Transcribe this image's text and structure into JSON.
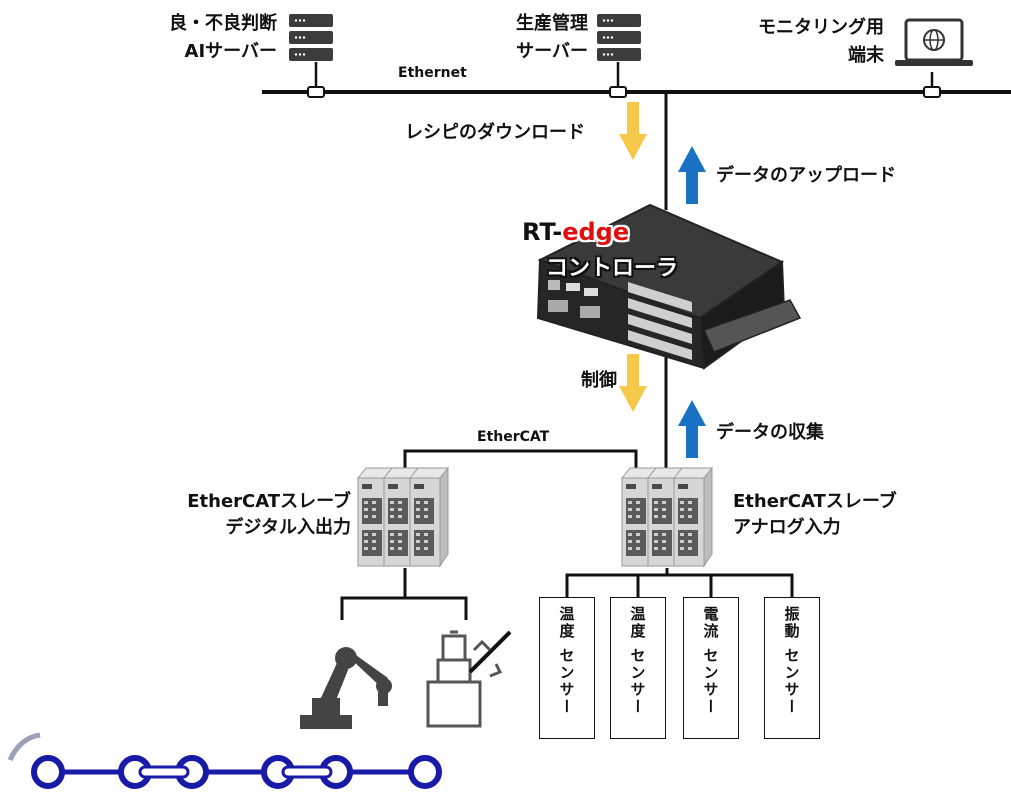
{
  "network": {
    "ethernet_label": "Ethernet",
    "ethercat_label": "EtherCAT"
  },
  "servers": {
    "ai_server_line1": "良・不良判断",
    "ai_server_line2": "AIサーバー",
    "prod_server_line1": "生産管理",
    "prod_server_line2": "サーバー",
    "monitor_line1": "モニタリング用",
    "monitor_line2": "端末"
  },
  "flows": {
    "recipe_download": "レシピのダウンロード",
    "data_upload": "データのアップロード",
    "control": "制御",
    "data_collection": "データの収集"
  },
  "controller": {
    "name_prefix": "RT-",
    "name_highlight": "edge",
    "subtitle": "コントローラ"
  },
  "slaves": {
    "digital_line1": "EtherCATスレーブ",
    "digital_line2": "デジタル入出力",
    "analog_line1": "EtherCATスレーブ",
    "analog_line2": "アナログ入力"
  },
  "sensors": [
    {
      "label": "温度 センサー"
    },
    {
      "label": "温度 センサー"
    },
    {
      "label": "電流 センサー"
    },
    {
      "label": "振動 センサー"
    }
  ],
  "colors": {
    "down_arrow": "#f5c84a",
    "up_arrow": "#1a72c4",
    "edge_red": "#e01010",
    "logo_blue": "#1a1aa8"
  }
}
